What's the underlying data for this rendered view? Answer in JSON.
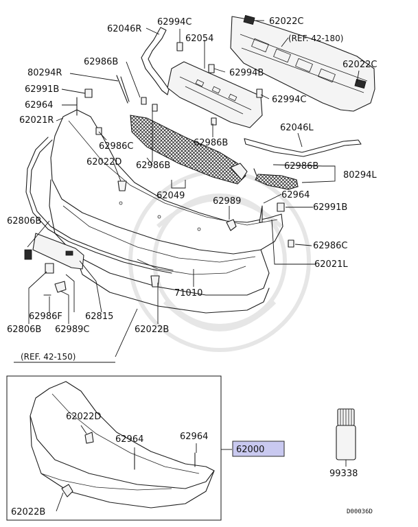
{
  "labels": {
    "p62046R": "62046R",
    "p62994C_top": "62994C",
    "p62022C_top": "62022C",
    "ref42180": "(REF. 42-180)",
    "p62054": "62054",
    "p62022C_right": "62022C",
    "p80294R": "80294R",
    "p62986B_a": "62986B",
    "p62994B": "62994B",
    "p62991B_left": "62991B",
    "p62994C_mid": "62994C",
    "p62964_left": "62964",
    "p62021R": "62021R",
    "p62046L": "62046L",
    "p62986C_left": "62986C",
    "p62986B_b": "62986B",
    "p62022D_top": "62022D",
    "p62986B_c": "62986B",
    "p62986B_d": "62986B",
    "p80294L": "80294L",
    "p62964_right": "62964",
    "p62049": "62049",
    "p62989": "62989",
    "p62991B_right": "62991B",
    "p62806B_top": "62806B",
    "p62986C_right": "62986C",
    "p62021L": "62021L",
    "p71010": "71010",
    "p62986F": "62986F",
    "p62815": "62815",
    "p62022B_mid": "62022B",
    "p62806B_bottom": "62806B",
    "p62989C": "62989C",
    "ref42150": "(REF. 42-150)",
    "p62022D_inset": "62022D",
    "p62964_inset_a": "62964",
    "p62964_inset_b": "62964",
    "p62000": "62000",
    "p62022B_inset": "62022B",
    "p99338": "99338",
    "diagram_code": "D00036D"
  }
}
